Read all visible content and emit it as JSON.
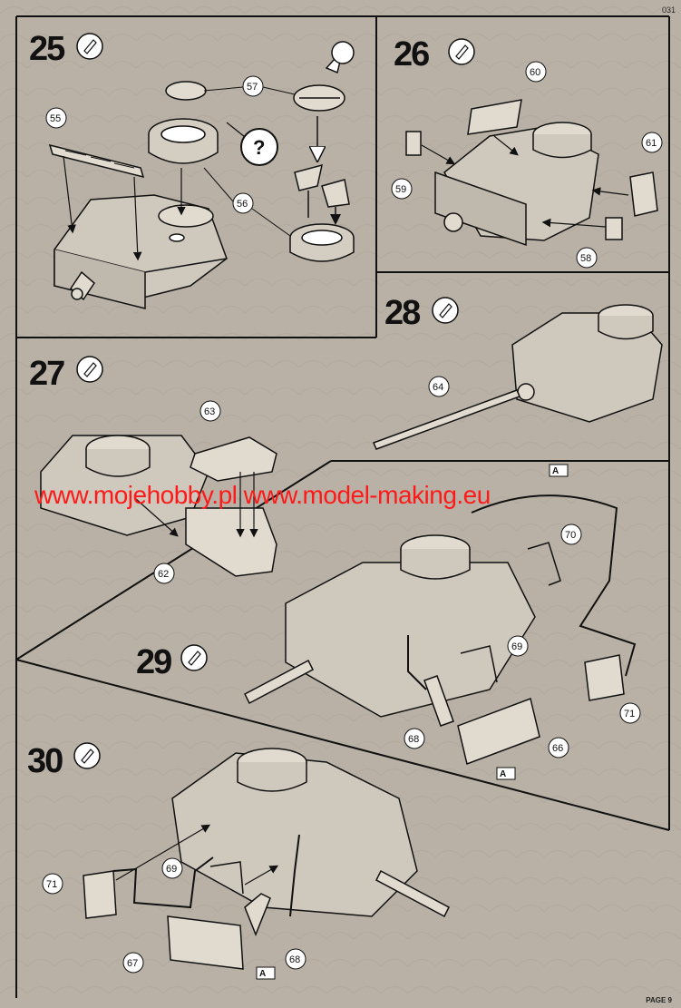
{
  "page": {
    "code": "031",
    "number_label": "PAGE 9"
  },
  "watermark": {
    "text": "www.mojehobby.pl www.model-making.eu"
  },
  "steps": [
    {
      "number": "25",
      "icon": "glue-icon",
      "parts": [
        "55",
        "56",
        "57"
      ],
      "query_symbol": "?"
    },
    {
      "number": "26",
      "icon": "glue-icon",
      "parts": [
        "58",
        "59",
        "60",
        "61"
      ]
    },
    {
      "number": "27",
      "icon": "glue-icon",
      "parts": [
        "62",
        "63"
      ]
    },
    {
      "number": "28",
      "icon": "glue-icon",
      "parts": [
        "64"
      ]
    },
    {
      "number": "29",
      "icon": "glue-icon",
      "parts": [
        "66",
        "68",
        "69",
        "70",
        "71"
      ],
      "markers": [
        "A",
        "A"
      ]
    },
    {
      "number": "30",
      "icon": "glue-icon",
      "parts": [
        "67",
        "68",
        "69",
        "71"
      ],
      "markers": [
        "A"
      ]
    }
  ]
}
